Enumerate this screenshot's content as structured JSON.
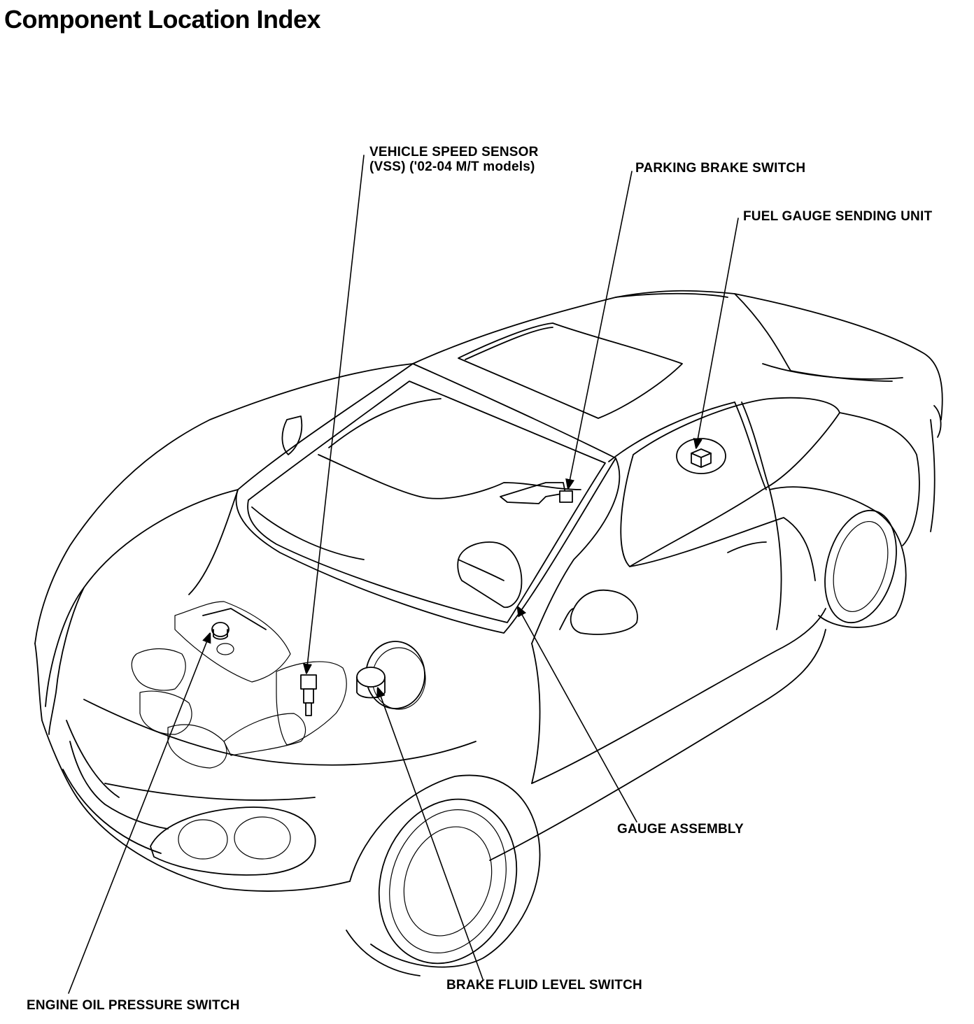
{
  "title": "Component Location Index",
  "callouts": {
    "vss_line1": "VEHICLE SPEED SENSOR",
    "vss_line2": "(VSS) ('02-04 M/T models)",
    "parking_brake": "PARKING BRAKE SWITCH",
    "fuel_gauge": "FUEL GAUGE SENDING UNIT",
    "gauge_assembly": "GAUGE ASSEMBLY",
    "brake_fluid": "BRAKE FLUID LEVEL SWITCH",
    "engine_oil": "ENGINE OIL PRESSURE SWITCH"
  }
}
